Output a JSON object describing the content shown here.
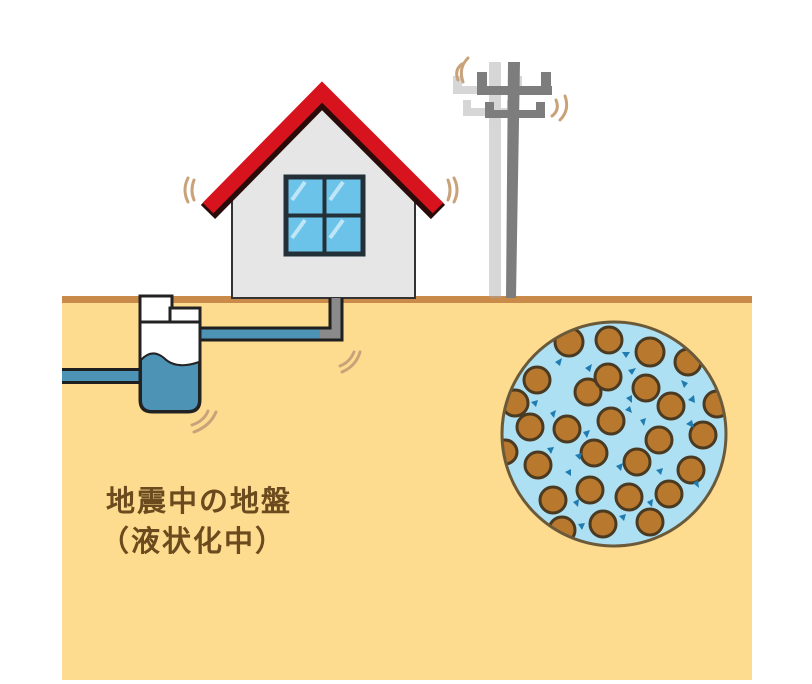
{
  "diagram": {
    "title": "地震中の地盤（液状化中）",
    "label": {
      "line1": "地震中の地盤",
      "line2": "（液状化中）"
    },
    "elements": [
      {
        "name": "house",
        "description": "House with red roof and 4-pane window, shaking"
      },
      {
        "name": "utility-pole",
        "description": "Utility pole tilting/shaking with ghost image"
      },
      {
        "name": "manhole-tank",
        "description": "Underground tank with sloshing water and connected pipes"
      },
      {
        "name": "soil-magnified-circle",
        "description": "Magnified view of soil particles floating in water with arrows showing movement"
      },
      {
        "name": "ground",
        "description": "Sandy soil layer"
      }
    ],
    "colors": {
      "soil": "#fddc90",
      "soil_surface": "#c98a4a",
      "roof": "#d7141e",
      "wall": "#e6e6e6",
      "window_glass": "#6cc3ea",
      "water": "#4d93b5",
      "particle": "#b8782e",
      "particle_water": "#aee0f3",
      "arrow": "#1f7bb0",
      "pole": "#7d7d7d",
      "vibration_mark": "#c9a27a",
      "text": "#6b4a1e"
    }
  }
}
